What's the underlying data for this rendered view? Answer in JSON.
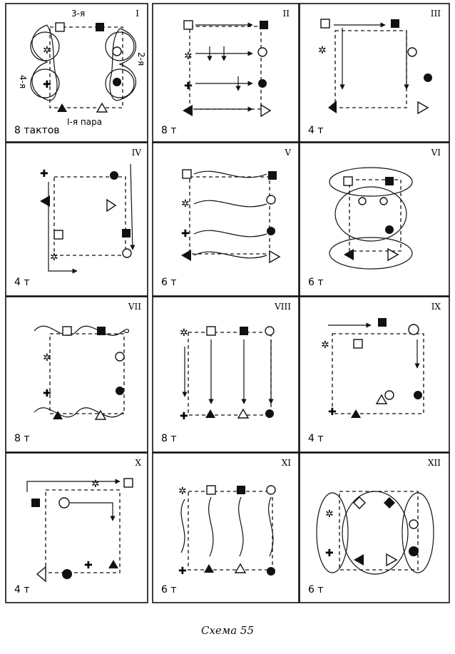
{
  "figure": {
    "caption": "Схема 55",
    "panels": [
      {
        "numeral": "I",
        "tempo": "8 тактов",
        "labels": {
          "top": "3-я",
          "left": "4-я",
          "right": "2-я",
          "bottom": "I-я пара"
        }
      },
      {
        "numeral": "II",
        "tempo": "8 т"
      },
      {
        "numeral": "III",
        "tempo": "4 т"
      },
      {
        "numeral": "IV",
        "tempo": "4 т"
      },
      {
        "numeral": "V",
        "tempo": "6 т"
      },
      {
        "numeral": "VI",
        "tempo": "6 т"
      },
      {
        "numeral": "VII",
        "tempo": "8 т"
      },
      {
        "numeral": "VIII",
        "tempo": "8 т"
      },
      {
        "numeral": "IX",
        "tempo": "4 т"
      },
      {
        "numeral": "X",
        "tempo": "4 т"
      },
      {
        "numeral": "XI",
        "tempo": "6 т"
      },
      {
        "numeral": "XII",
        "tempo": "6 т"
      }
    ]
  }
}
